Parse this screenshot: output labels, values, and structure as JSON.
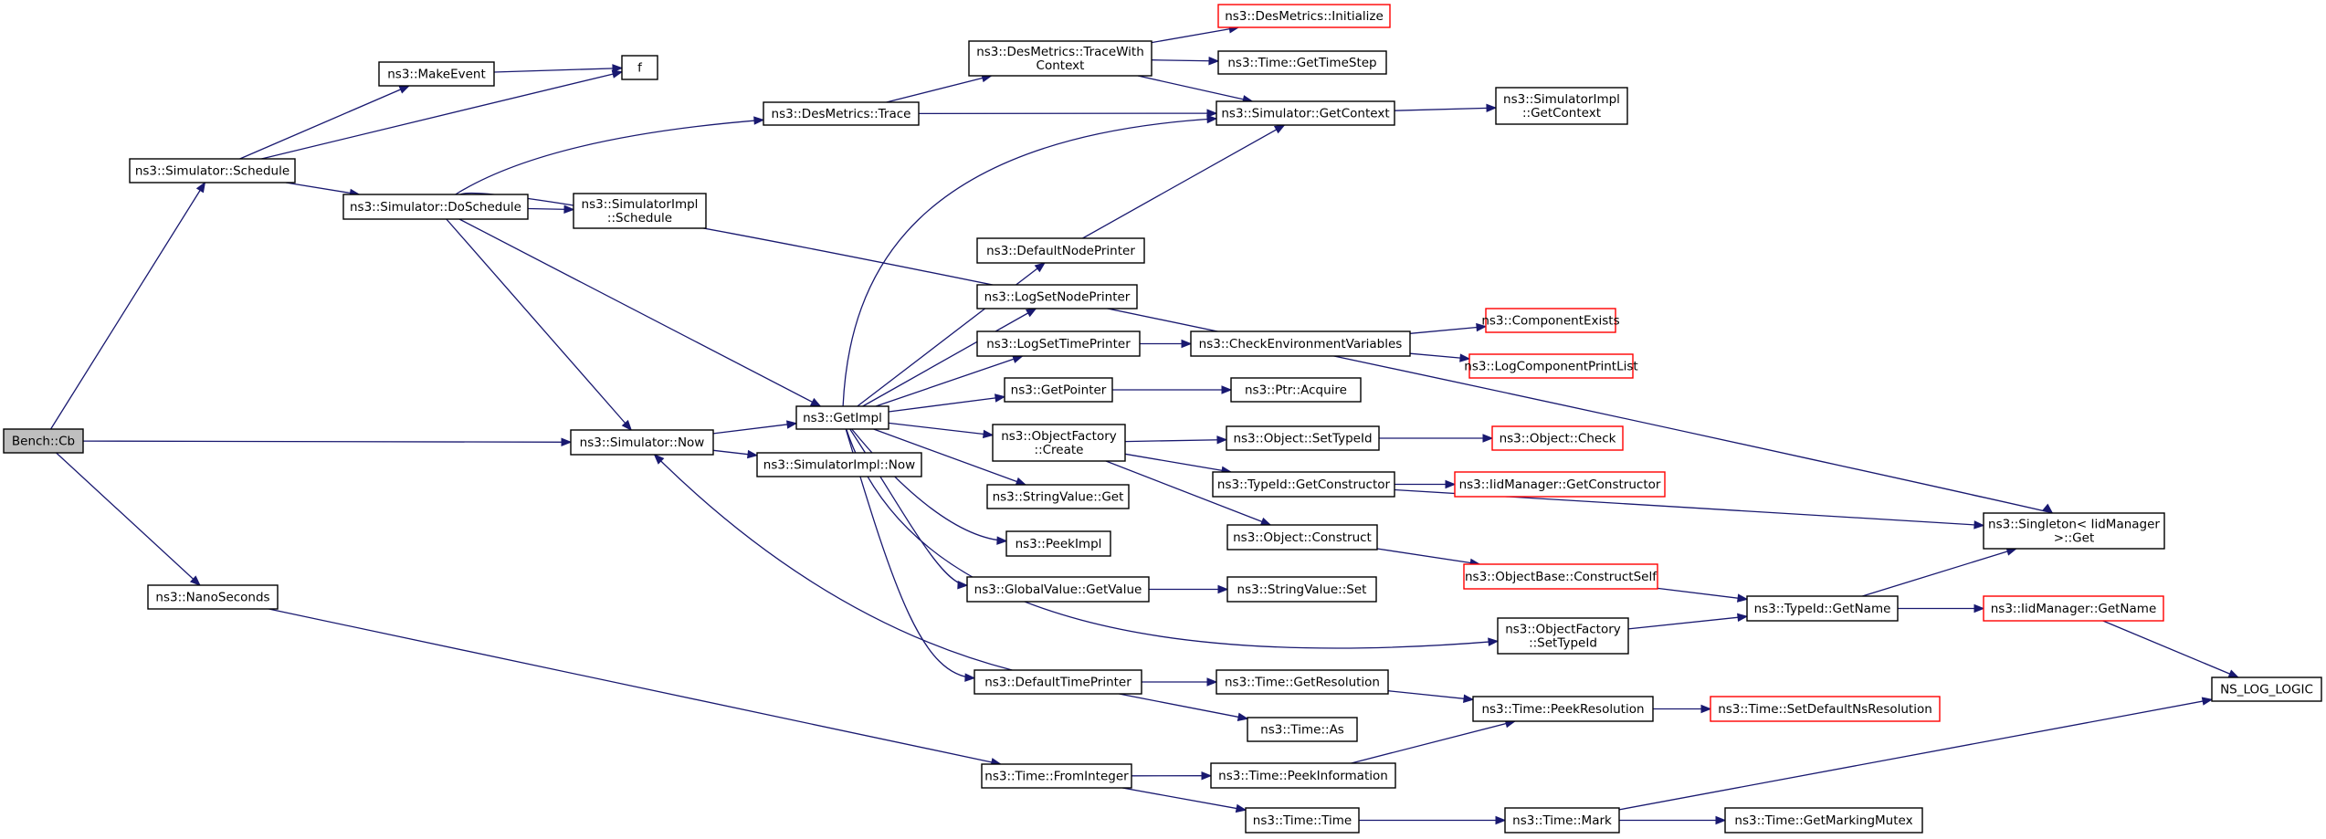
{
  "graph": {
    "nodes": [
      {
        "id": "bench_cb",
        "lines": [
          "Bench::Cb"
        ],
        "style": "root"
      },
      {
        "id": "sim_schedule",
        "lines": [
          "ns3::Simulator::Schedule"
        ],
        "style": "normal"
      },
      {
        "id": "make_event",
        "lines": [
          "ns3::MakeEvent"
        ],
        "style": "normal"
      },
      {
        "id": "f",
        "lines": [
          "f"
        ],
        "style": "normal"
      },
      {
        "id": "sim_doschedule",
        "lines": [
          "ns3::Simulator::DoSchedule"
        ],
        "style": "normal"
      },
      {
        "id": "simimpl_schedule",
        "lines": [
          "ns3::SimulatorImpl",
          "::Schedule"
        ],
        "style": "normal"
      },
      {
        "id": "desmetrics_trace",
        "lines": [
          "ns3::DesMetrics::Trace"
        ],
        "style": "normal"
      },
      {
        "id": "desmetrics_tracewith",
        "lines": [
          "ns3::DesMetrics::TraceWith",
          "Context"
        ],
        "style": "normal"
      },
      {
        "id": "desmetrics_init",
        "lines": [
          "ns3::DesMetrics::Initialize"
        ],
        "style": "red"
      },
      {
        "id": "time_gettimestep",
        "lines": [
          "ns3::Time::GetTimeStep"
        ],
        "style": "normal"
      },
      {
        "id": "sim_getcontext",
        "lines": [
          "ns3::Simulator::GetContext"
        ],
        "style": "normal"
      },
      {
        "id": "simimpl_getcontext",
        "lines": [
          "ns3::SimulatorImpl",
          "::GetContext"
        ],
        "style": "normal"
      },
      {
        "id": "singleton_get",
        "lines": [
          "ns3::Singleton< IidManager",
          ">::Get"
        ],
        "style": "normal"
      },
      {
        "id": "default_node_printer",
        "lines": [
          "ns3::DefaultNodePrinter"
        ],
        "style": "normal"
      },
      {
        "id": "log_set_node_printer",
        "lines": [
          "ns3::LogSetNodePrinter"
        ],
        "style": "normal"
      },
      {
        "id": "log_set_time_printer",
        "lines": [
          "ns3::LogSetTimePrinter"
        ],
        "style": "normal"
      },
      {
        "id": "check_env_vars",
        "lines": [
          "ns3::CheckEnvironmentVariables"
        ],
        "style": "normal"
      },
      {
        "id": "component_exists",
        "lines": [
          "ns3::ComponentExists"
        ],
        "style": "red"
      },
      {
        "id": "log_comp_print_list",
        "lines": [
          "ns3::LogComponentPrintList"
        ],
        "style": "red"
      },
      {
        "id": "get_impl",
        "lines": [
          "ns3::GetImpl"
        ],
        "style": "normal"
      },
      {
        "id": "get_pointer",
        "lines": [
          "ns3::GetPointer"
        ],
        "style": "normal"
      },
      {
        "id": "ptr_acquire",
        "lines": [
          "ns3::Ptr::Acquire"
        ],
        "style": "normal"
      },
      {
        "id": "sim_now",
        "lines": [
          "ns3::Simulator::Now"
        ],
        "style": "normal"
      },
      {
        "id": "simimpl_now",
        "lines": [
          "ns3::SimulatorImpl::Now"
        ],
        "style": "normal"
      },
      {
        "id": "objfactory_create",
        "lines": [
          "ns3::ObjectFactory",
          "::Create"
        ],
        "style": "normal"
      },
      {
        "id": "object_settypeid",
        "lines": [
          "ns3::Object::SetTypeId"
        ],
        "style": "normal"
      },
      {
        "id": "object_check",
        "lines": [
          "ns3::Object::Check"
        ],
        "style": "red"
      },
      {
        "id": "typeid_getconstructor",
        "lines": [
          "ns3::TypeId::GetConstructor"
        ],
        "style": "normal"
      },
      {
        "id": "iidmanager_getconstructor",
        "lines": [
          "ns3::IidManager::GetConstructor"
        ],
        "style": "red"
      },
      {
        "id": "stringvalue_get",
        "lines": [
          "ns3::StringValue::Get"
        ],
        "style": "normal"
      },
      {
        "id": "object_construct",
        "lines": [
          "ns3::Object::Construct"
        ],
        "style": "normal"
      },
      {
        "id": "peek_impl",
        "lines": [
          "ns3::PeekImpl"
        ],
        "style": "normal"
      },
      {
        "id": "objectbase_constructself",
        "lines": [
          "ns3::ObjectBase::ConstructSelf"
        ],
        "style": "red"
      },
      {
        "id": "globalvalue_getvalue",
        "lines": [
          "ns3::GlobalValue::GetValue"
        ],
        "style": "normal"
      },
      {
        "id": "stringvalue_set",
        "lines": [
          "ns3::StringValue::Set"
        ],
        "style": "normal"
      },
      {
        "id": "typeid_getname",
        "lines": [
          "ns3::TypeId::GetName"
        ],
        "style": "normal"
      },
      {
        "id": "iidmanager_getname",
        "lines": [
          "ns3::IidManager::GetName"
        ],
        "style": "red"
      },
      {
        "id": "objfactory_settypeid",
        "lines": [
          "ns3::ObjectFactory",
          "::SetTypeId"
        ],
        "style": "normal"
      },
      {
        "id": "nanoseconds",
        "lines": [
          "ns3::NanoSeconds"
        ],
        "style": "normal"
      },
      {
        "id": "default_time_printer",
        "lines": [
          "ns3::DefaultTimePrinter"
        ],
        "style": "normal"
      },
      {
        "id": "time_getresolution",
        "lines": [
          "ns3::Time::GetResolution"
        ],
        "style": "normal"
      },
      {
        "id": "ns_log_logic",
        "lines": [
          "NS_LOG_LOGIC"
        ],
        "style": "normal"
      },
      {
        "id": "time_as",
        "lines": [
          "ns3::Time::As"
        ],
        "style": "normal"
      },
      {
        "id": "time_peekresolution",
        "lines": [
          "ns3::Time::PeekResolution"
        ],
        "style": "normal"
      },
      {
        "id": "time_setdefaultnsres",
        "lines": [
          "ns3::Time::SetDefaultNsResolution"
        ],
        "style": "red"
      },
      {
        "id": "time_frominteger",
        "lines": [
          "ns3::Time::FromInteger"
        ],
        "style": "normal"
      },
      {
        "id": "time_peekinformation",
        "lines": [
          "ns3::Time::PeekInformation"
        ],
        "style": "normal"
      },
      {
        "id": "time_time",
        "lines": [
          "ns3::Time::Time"
        ],
        "style": "normal"
      },
      {
        "id": "time_mark",
        "lines": [
          "ns3::Time::Mark"
        ],
        "style": "normal"
      },
      {
        "id": "time_getmarkingmutex",
        "lines": [
          "ns3::Time::GetMarkingMutex"
        ],
        "style": "normal"
      }
    ],
    "edges": [
      [
        "bench_cb",
        "sim_schedule"
      ],
      [
        "bench_cb",
        "sim_now"
      ],
      [
        "bench_cb",
        "nanoseconds"
      ],
      [
        "sim_schedule",
        "make_event"
      ],
      [
        "sim_schedule",
        "f"
      ],
      [
        "sim_schedule",
        "sim_doschedule"
      ],
      [
        "make_event",
        "f"
      ],
      [
        "sim_doschedule",
        "desmetrics_trace"
      ],
      [
        "sim_doschedule",
        "simimpl_schedule"
      ],
      [
        "sim_doschedule",
        "singleton_get"
      ],
      [
        "sim_doschedule",
        "get_impl"
      ],
      [
        "sim_doschedule",
        "sim_now"
      ],
      [
        "desmetrics_trace",
        "desmetrics_tracewith"
      ],
      [
        "desmetrics_trace",
        "sim_getcontext"
      ],
      [
        "desmetrics_tracewith",
        "desmetrics_init"
      ],
      [
        "desmetrics_tracewith",
        "time_gettimestep"
      ],
      [
        "desmetrics_tracewith",
        "sim_getcontext"
      ],
      [
        "sim_getcontext",
        "simimpl_getcontext"
      ],
      [
        "default_node_printer",
        "sim_getcontext"
      ],
      [
        "sim_now",
        "get_impl"
      ],
      [
        "sim_now",
        "simimpl_now"
      ],
      [
        "get_impl",
        "sim_getcontext"
      ],
      [
        "get_impl",
        "default_node_printer"
      ],
      [
        "get_impl",
        "log_set_node_printer"
      ],
      [
        "get_impl",
        "log_set_time_printer"
      ],
      [
        "get_impl",
        "get_pointer"
      ],
      [
        "get_impl",
        "objfactory_create"
      ],
      [
        "get_impl",
        "stringvalue_get"
      ],
      [
        "get_impl",
        "peek_impl"
      ],
      [
        "get_impl",
        "globalvalue_getvalue"
      ],
      [
        "get_impl",
        "objfactory_settypeid"
      ],
      [
        "get_impl",
        "default_time_printer"
      ],
      [
        "log_set_time_printer",
        "check_env_vars"
      ],
      [
        "check_env_vars",
        "component_exists"
      ],
      [
        "check_env_vars",
        "log_comp_print_list"
      ],
      [
        "get_pointer",
        "ptr_acquire"
      ],
      [
        "objfactory_create",
        "object_settypeid"
      ],
      [
        "objfactory_create",
        "typeid_getconstructor"
      ],
      [
        "objfactory_create",
        "object_construct"
      ],
      [
        "object_settypeid",
        "object_check"
      ],
      [
        "typeid_getconstructor",
        "iidmanager_getconstructor"
      ],
      [
        "typeid_getconstructor",
        "singleton_get"
      ],
      [
        "object_construct",
        "objectbase_constructself"
      ],
      [
        "objectbase_constructself",
        "typeid_getname"
      ],
      [
        "globalvalue_getvalue",
        "stringvalue_set"
      ],
      [
        "objfactory_settypeid",
        "typeid_getname"
      ],
      [
        "typeid_getname",
        "singleton_get"
      ],
      [
        "typeid_getname",
        "iidmanager_getname"
      ],
      [
        "iidmanager_getname",
        "ns_log_logic"
      ],
      [
        "default_time_printer",
        "sim_now"
      ],
      [
        "default_time_printer",
        "time_getresolution"
      ],
      [
        "default_time_printer",
        "time_as"
      ],
      [
        "time_getresolution",
        "time_peekresolution"
      ],
      [
        "time_peekresolution",
        "time_setdefaultnsres"
      ],
      [
        "nanoseconds",
        "time_frominteger"
      ],
      [
        "time_frominteger",
        "time_peekinformation"
      ],
      [
        "time_frominteger",
        "time_time"
      ],
      [
        "time_peekinformation",
        "time_peekresolution"
      ],
      [
        "time_time",
        "time_mark"
      ],
      [
        "time_mark",
        "time_getmarkingmutex"
      ],
      [
        "time_mark",
        "ns_log_logic"
      ]
    ]
  }
}
